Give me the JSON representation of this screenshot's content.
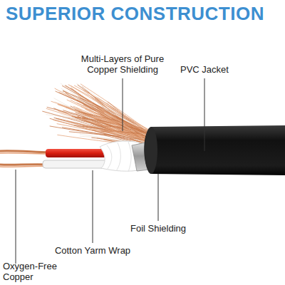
{
  "diagram": {
    "title": "SUPERIOR CONSTRUCTION",
    "labels": [
      "Multi-Layers of Pure Copper Shielding",
      "PVC Jacket",
      "Foil Shielding",
      "Cotton Yarm Wrap",
      "Oxygen-Free Copper"
    ]
  }
}
